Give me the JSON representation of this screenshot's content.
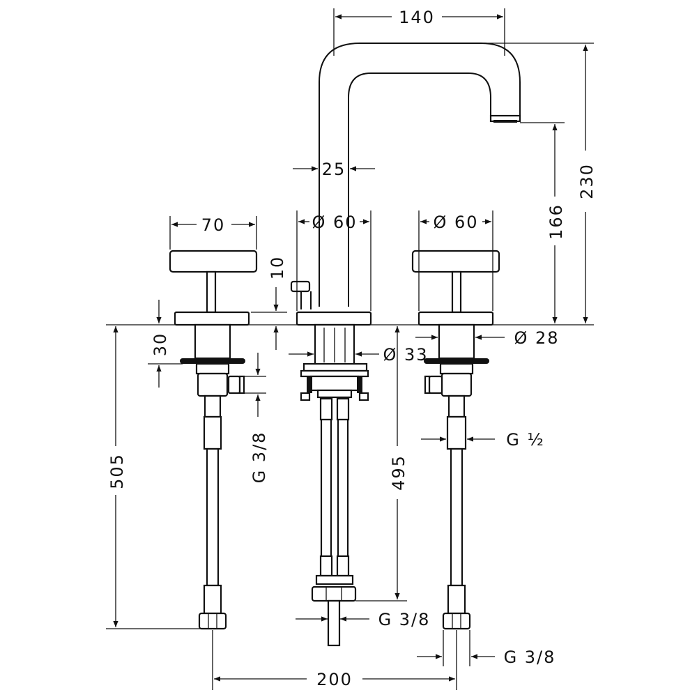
{
  "drawing": {
    "dims": {
      "spout_reach": "140",
      "spout_tube_width": "25",
      "spout_rosette_dia": "Ø 60",
      "right_rosette_dia": "Ø 60",
      "handle_width": "70",
      "rosette_height": "10",
      "valve_body_height": "30",
      "overall_height": "230",
      "spout_outlet_height": "166",
      "right_valve_dia": "Ø 28",
      "spout_shank_dia": "Ø 33",
      "left_hose_length": "505",
      "spout_hose_length": "495",
      "left_valve_thread": "G 3/8",
      "right_inlet_thread": "G ½",
      "spout_outlet_thread": "G 3/8",
      "right_outlet_thread": "G 3/8",
      "centre_spacing": "200"
    }
  }
}
